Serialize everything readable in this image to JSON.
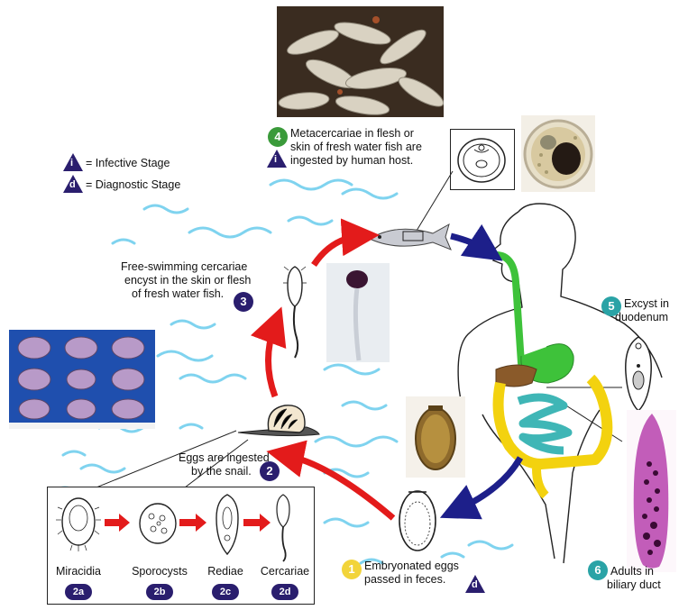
{
  "legend": {
    "infective_symbol": "i",
    "infective_label": "= Infective Stage",
    "diagnostic_symbol": "d",
    "diagnostic_label": "= Diagnostic Stage"
  },
  "steps": {
    "s1": {
      "num": "1",
      "text_line1": "Embryonated eggs",
      "text_line2": "passed in feces.",
      "marker": "d"
    },
    "s2": {
      "num": "2",
      "text_line1": "Eggs are ingested",
      "text_line2": "by the snail."
    },
    "s3": {
      "num": "3",
      "text_line1": "Free-swimming cercariae",
      "text_line2": "encyst in the skin or flesh",
      "text_line3": "of fresh water fish."
    },
    "s4": {
      "num": "4",
      "text_line1": "Metacercariae in flesh or",
      "text_line2": "skin of fresh water fish are",
      "text_line3": "ingested by human host.",
      "marker": "i"
    },
    "s5": {
      "num": "5",
      "text_line1": "Excyst in",
      "text_line2": "duodenum"
    },
    "s6": {
      "num": "6",
      "text_line1": "Adults in",
      "text_line2": "biliary duct"
    }
  },
  "snail_stages": [
    {
      "label": "Miracidia",
      "badge": "2a"
    },
    {
      "label": "Sporocysts",
      "badge": "2b"
    },
    {
      "label": "Rediae",
      "badge": "2c"
    },
    {
      "label": "Cercariae",
      "badge": "2d"
    }
  ],
  "colors": {
    "badge_navy": "#2a1e6e",
    "badge_green": "#3a9a3a",
    "badge_teal": "#2aa3a6",
    "badge_yellow": "#f2d43a",
    "arrow_red": "#e31b1b",
    "arrow_blue": "#1d1f8a",
    "water": "#7fd3ef",
    "gut_green": "#3ec23a",
    "gut_yellow": "#f3d20f",
    "gut_teal": "#3fb6b6",
    "liver_brown": "#8a5a2a"
  },
  "icons": [
    "fish-photo",
    "snail-photo",
    "egg-photo",
    "metacercaria-petri-photo",
    "adult-fluke-photo",
    "cercaria-photo",
    "human-outline-icon",
    "fish-icon",
    "snail-icon"
  ]
}
